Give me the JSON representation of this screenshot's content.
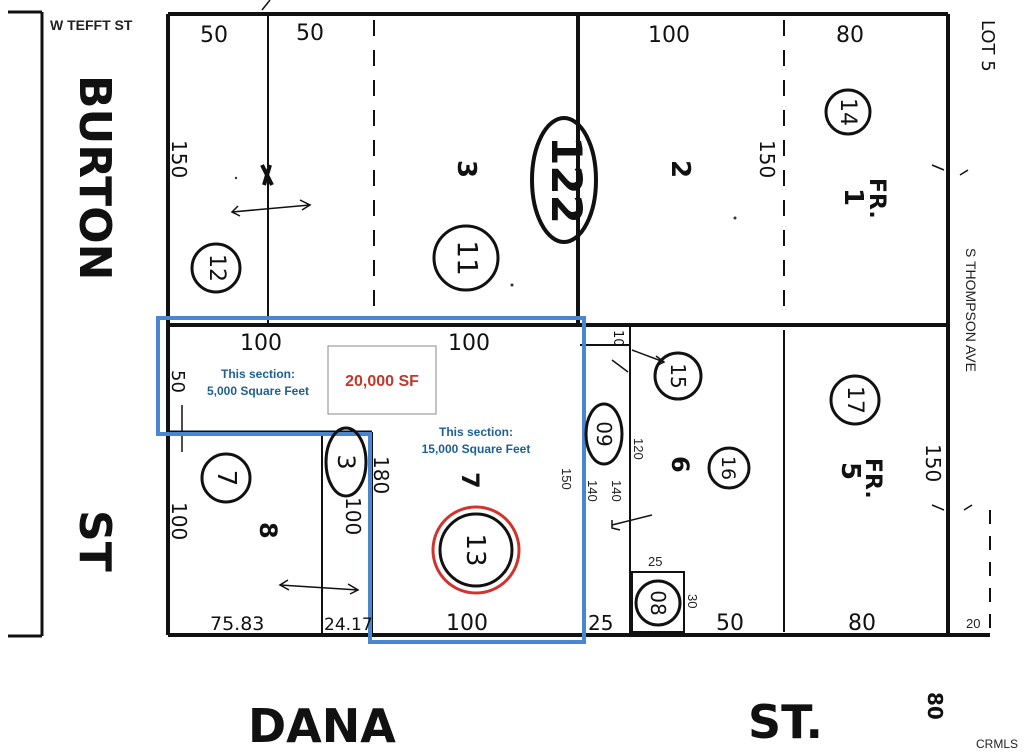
{
  "streets": {
    "north": "W TEFFT ST",
    "west_top": "BURTON",
    "west_bottom": "ST",
    "south_left": "DANA",
    "south_right": "ST.",
    "east": "S THOMPSON AVE",
    "east_lot": "LOT 5"
  },
  "block": {
    "number": "122"
  },
  "dims": {
    "top_50a": "50",
    "top_50b": "50",
    "top_100": "100",
    "top_80": "80",
    "left_150": "150",
    "mid_150": "150",
    "row2_100a": "100",
    "row2_100b": "100",
    "row2_50": "50",
    "row2_10": "10",
    "lot8_100": "100",
    "lot3_100": "100",
    "lot7_180": "180",
    "lot7_150": "150",
    "lot09_140": "140",
    "lot6_140": "140",
    "lot6_120": "120",
    "east_150": "150",
    "bot_7583": "75.83",
    "bot_2417": "24.17",
    "bot_100": "100",
    "bot_25": "25",
    "bot_50": "50",
    "bot_80": "80",
    "bot_20": "20",
    "box_25": "25",
    "box_30": "30",
    "right_80": "80"
  },
  "lots": {
    "l3": "3",
    "l2": "2",
    "l1": "1",
    "fr1": "FR.",
    "l8": "8",
    "l7": "7",
    "l6": "6",
    "l5": "5",
    "fr5": "FR."
  },
  "parcels": {
    "p12": "12",
    "p11": "11",
    "p14": "14",
    "p15": "15",
    "p17": "17",
    "p7": "7",
    "p3": "3",
    "p13": "13",
    "p09": "09",
    "p16": "16",
    "p08": "08"
  },
  "annotations": {
    "total": "20,000 SF",
    "section_a_line1": "This section:",
    "section_a_line2": "5,000 Square Feet",
    "section_b_line1": "This section:",
    "section_b_line2": "15,000 Square Feet"
  },
  "watermark": "CRMLS",
  "colors": {
    "highlight": "#4a86d0",
    "circle13": "#d0342c",
    "total_text": "#c0392b",
    "note_text": "#1d5f94"
  }
}
